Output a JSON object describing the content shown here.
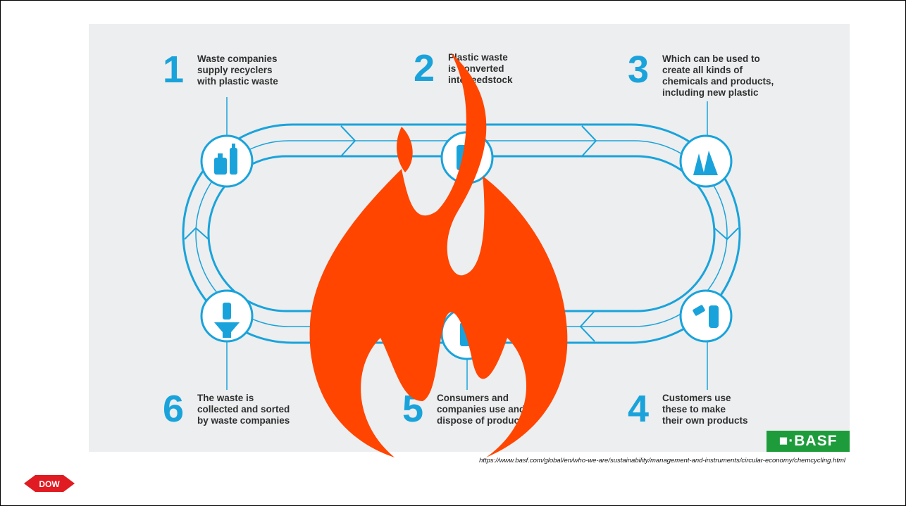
{
  "diagram": {
    "steps": [
      {
        "number": "1",
        "text": "Waste companies\nsupply recyclers\nwith plastic waste"
      },
      {
        "number": "2",
        "text": "Plastic waste\nis converted\ninto feedstock"
      },
      {
        "number": "3",
        "text": "Which can be used to\ncreate all kinds of\nchemicals and products,\nincluding new plastic"
      },
      {
        "number": "4",
        "text": "Customers use\nthese to make\ntheir own products"
      },
      {
        "number": "5",
        "text": "Consumers and\ncompanies use and\ndispose of products"
      },
      {
        "number": "6",
        "text": "The waste is\ncollected and sorted\nby waste companies"
      }
    ],
    "icons": [
      "plastic-bottles-icon",
      "barrel-icon",
      "chemical-bags-icon",
      "bottle-with-tag-icon",
      "phone-icon",
      "bottle-funnel-icon"
    ],
    "accent_color": "#1aa3db"
  },
  "logos": {
    "basf": "■·BASF",
    "dow": "DOW"
  },
  "source_url": "https://www.basf.com/global/en/who-we-are/sustainability/management-and-instruments/circular-economy/chemcycling.html",
  "overlay": {
    "icon": "flame-icon",
    "color": "#ff4500"
  }
}
